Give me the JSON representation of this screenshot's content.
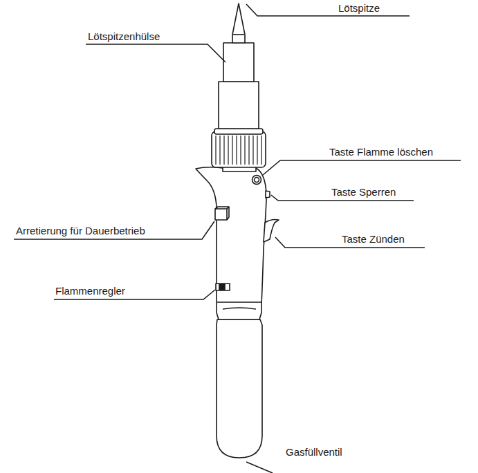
{
  "diagram": {
    "labels": [
      "Lötspitzenhülse",
      "Lötspitze",
      "Taste Flamme löschen",
      "Taste Sperren",
      "Arretierung für Dauerbetrieb",
      "Taste Zünden",
      "Flammenregler",
      "Gasfüllventil"
    ]
  }
}
